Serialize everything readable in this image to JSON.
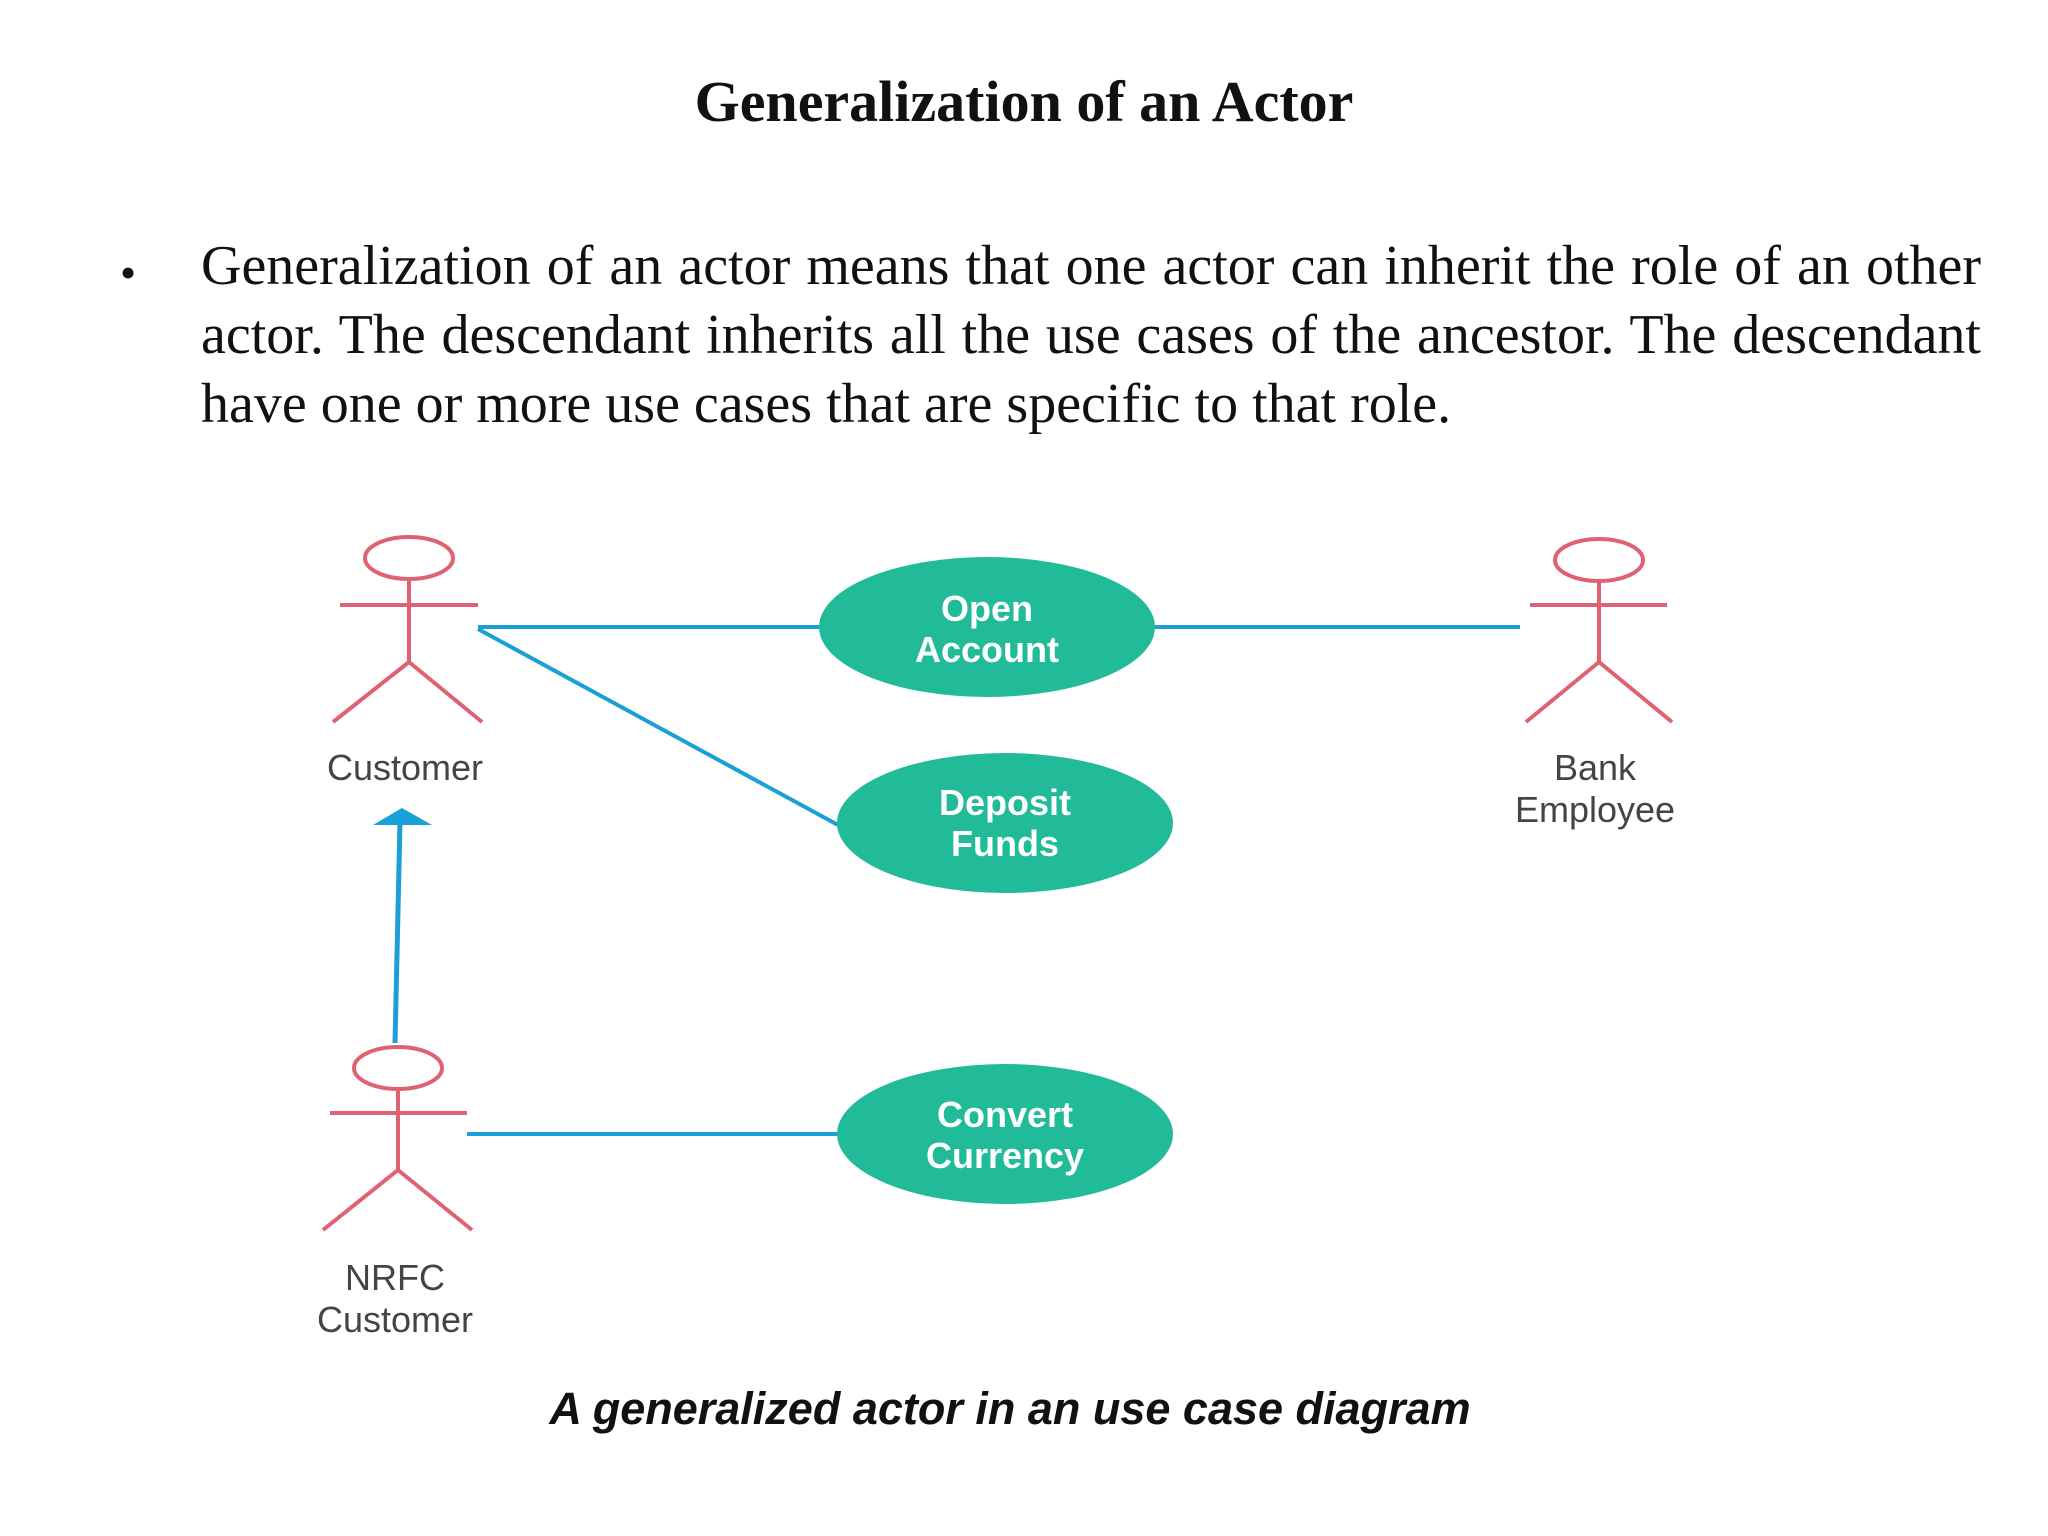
{
  "slide": {
    "title": "Generalization of an Actor",
    "bullet": "Generalization of an actor means that one actor can inherit the role of an other actor. The descendant inherits all the use cases of the ancestor. The descendant have one or more use cases that are specific to that role.",
    "caption": "A generalized actor in an use case diagram"
  },
  "diagram": {
    "colors": {
      "actor": "#e06272",
      "association": "#1a9fd6",
      "usecase_fill": "#21bb99",
      "usecase_text": "#ffffff",
      "actor_label": "#444444"
    },
    "actors": [
      {
        "id": "customer",
        "label_lines": [
          "Customer"
        ]
      },
      {
        "id": "bank-employee",
        "label_lines": [
          "Bank",
          "Employee"
        ]
      },
      {
        "id": "nrfc-customer",
        "label_lines": [
          "NRFC",
          "Customer"
        ]
      }
    ],
    "use_cases": [
      {
        "id": "open-account",
        "label_lines": [
          "Open",
          "Account"
        ]
      },
      {
        "id": "deposit-funds",
        "label_lines": [
          "Deposit",
          "Funds"
        ]
      },
      {
        "id": "convert-currency",
        "label_lines": [
          "Convert",
          "Currency"
        ]
      }
    ],
    "associations": [
      {
        "from": "customer",
        "to": "open-account"
      },
      {
        "from": "customer",
        "to": "deposit-funds"
      },
      {
        "from": "bank-employee",
        "to": "open-account"
      },
      {
        "from": "nrfc-customer",
        "to": "convert-currency"
      }
    ],
    "generalizations": [
      {
        "child": "nrfc-customer",
        "parent": "customer"
      }
    ]
  }
}
